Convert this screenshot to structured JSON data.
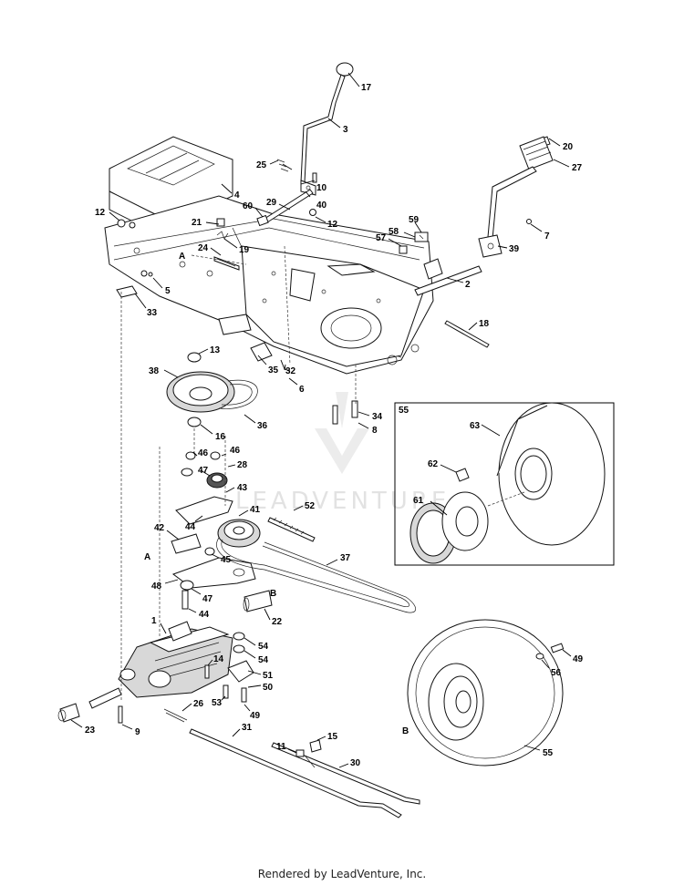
{
  "watermark": {
    "text": "LEADVENTURE"
  },
  "inset": {
    "label": "55"
  },
  "reference_letters": [
    "A",
    "A",
    "B",
    "B"
  ],
  "callouts": [
    "17",
    "3",
    "20",
    "27",
    "25",
    "10",
    "40",
    "4",
    "29",
    "60",
    "12",
    "12",
    "21",
    "19",
    "58",
    "59",
    "57",
    "7",
    "39",
    "24",
    "A",
    "5",
    "2",
    "33",
    "18",
    "13",
    "38",
    "35",
    "32",
    "6",
    "55",
    "63",
    "34",
    "8",
    "36",
    "16",
    "62",
    "46",
    "46",
    "47",
    "28",
    "43",
    "61",
    "41",
    "52",
    "42",
    "44",
    "45",
    "A",
    "37",
    "48",
    "B",
    "47",
    "44",
    "22",
    "1",
    "54",
    "54",
    "14",
    "51",
    "50",
    "53",
    "49",
    "49",
    "56",
    "26",
    "23",
    "9",
    "31",
    "11",
    "15",
    "30",
    "B",
    "55"
  ],
  "footer": "Rendered by LeadVenture, Inc."
}
